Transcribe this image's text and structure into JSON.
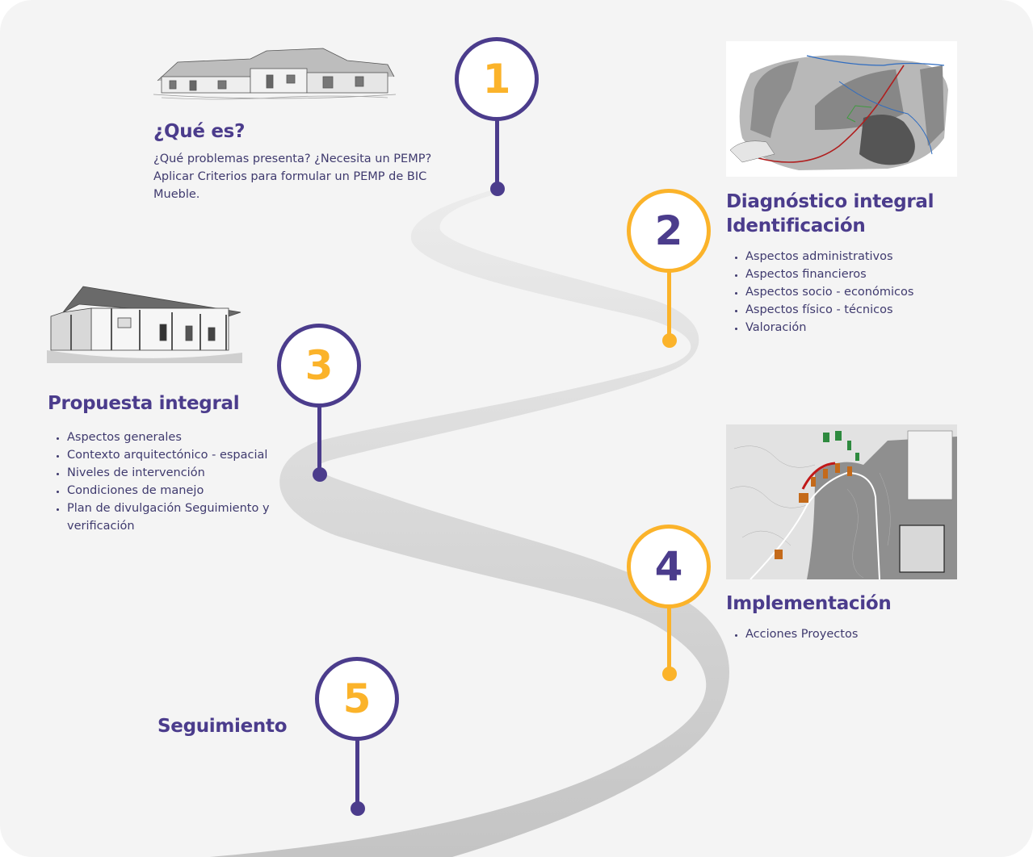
{
  "colors": {
    "background": "#f4f4f4",
    "purple": "#4b3c8c",
    "yellow": "#fbb32a",
    "road": "#d8d8d8"
  },
  "steps": [
    {
      "number": "1",
      "title": "¿Qué es?",
      "description": "¿Qué problemas presenta? ¿Necesita un PEMP? Aplicar Criterios para formular un PEMP de BIC Mueble.",
      "image": "colonial-buildings-sketch"
    },
    {
      "number": "2",
      "title_line1": "Diagnóstico integral",
      "title_line2": "Identificación",
      "items": [
        "Aspectos administrativos",
        "Aspectos financieros",
        "Aspectos socio - económicos",
        "Aspectos físico - técnicos",
        "Valoración"
      ],
      "image": "territory-map"
    },
    {
      "number": "3",
      "title": "Propuesta integral",
      "items": [
        "Aspectos generales",
        "Contexto arquitectónico - espacial",
        "Niveles de intervención",
        "Condiciones de manejo",
        "Plan de divulgación Seguimiento y verificación"
      ],
      "image": "colonial-house-sketch"
    },
    {
      "number": "4",
      "title": "Implementación",
      "items": [
        "Acciones Proyectos"
      ],
      "image": "battle-map"
    },
    {
      "number": "5",
      "title": "Seguimiento"
    }
  ]
}
